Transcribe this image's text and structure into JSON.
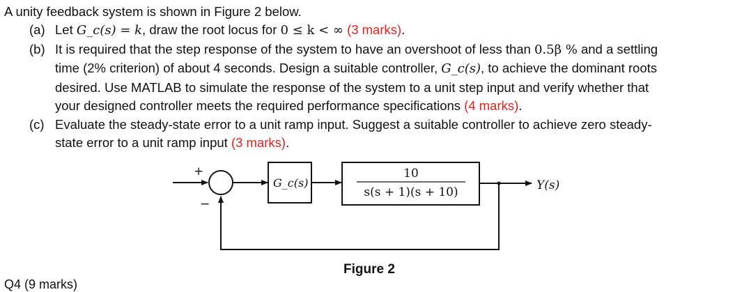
{
  "intro": "A unity feedback system is shown in Figure 2 below.",
  "part_a": {
    "label": "(a)",
    "pre": "Let",
    "eq": "G_c(s) = k",
    "mid": ", draw the root locus for",
    "range": "0 ≤ k < ∞",
    "marks": "(3 marks)",
    "end": "."
  },
  "part_b": {
    "label": "(b)",
    "line1_pre": "It is required that the step response of the system to have an overshoot of less than",
    "value": "0.5β %",
    "line1_post": "and a settling",
    "line2_pre": "time (2% criterion) of about 4 seconds. Design a suitable controller,",
    "controller": "G_c(s)",
    "line2_post": ", to achieve the dominant roots",
    "line3": "desired. Use MATLAB to simulate the response of the system to a unit step input and verify whether that",
    "line4": "your designed controller meets the required performance specifications",
    "marks": "(4 marks)",
    "end": "."
  },
  "part_c": {
    "label": "(c)",
    "line1": "Evaluate the steady-state error to a unit ramp input. Suggest a suitable controller to achieve zero steady-",
    "line2": "state error to a unit ramp input",
    "marks": "(3 marks)",
    "end": "."
  },
  "diagram": {
    "plus": "+",
    "minus": "−",
    "controller_label": "G_c(s)",
    "plant_num": "10",
    "plant_den": "s(s + 1)(s + 10)",
    "output": "Y(s)"
  },
  "figure_caption": "Figure 2",
  "cut_off_text": "Q4 (9 marks)",
  "colors": {
    "marks": "#e8211d",
    "text": "#111111"
  }
}
